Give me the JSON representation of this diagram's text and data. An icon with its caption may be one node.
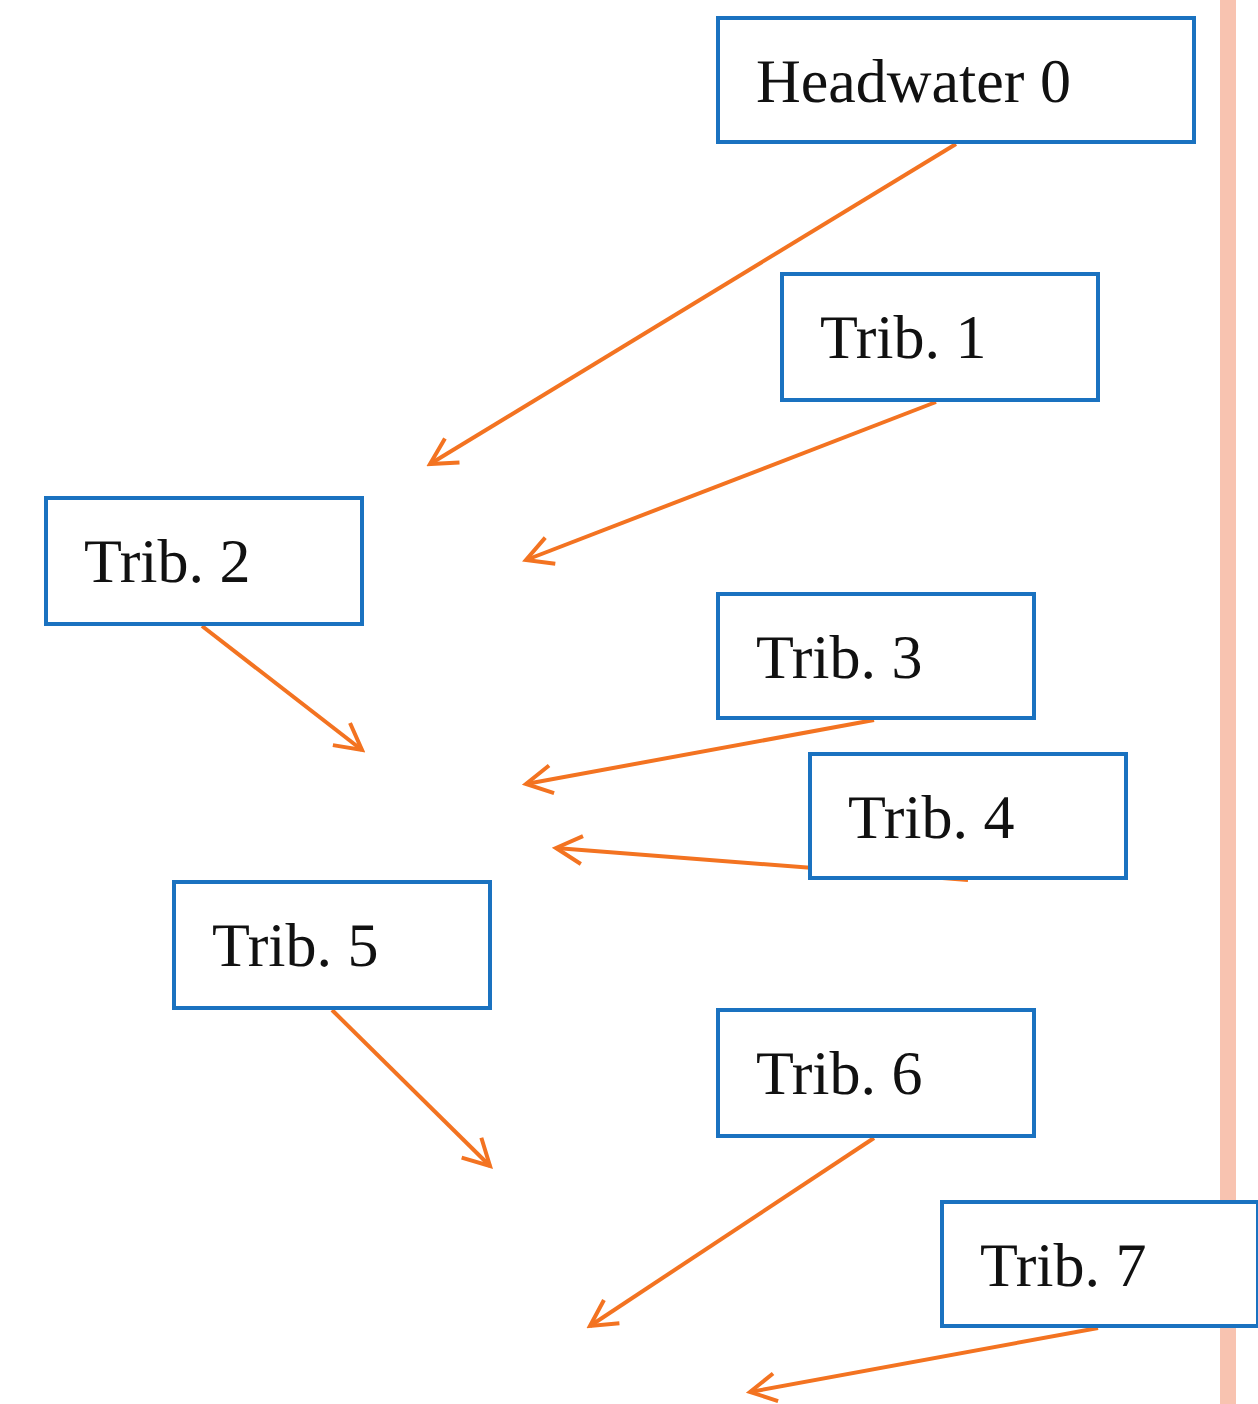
{
  "diagram": {
    "nodes": [
      {
        "text": [
          "Headwater 0"
        ]
      },
      {
        "text": [
          "Trib. 1"
        ]
      },
      {
        "text": [
          "Trib. 2"
        ]
      },
      {
        "text": [
          "Trib. 3"
        ]
      },
      {
        "text": [
          "Trib. 4"
        ]
      },
      {
        "text": [
          "Trib. 5"
        ]
      },
      {
        "text": [
          "Trib. 6"
        ]
      },
      {
        "text": [
          "Trib. 7"
        ]
      }
    ],
    "edges": [
      {
        "from": 0,
        "to": null,
        "arrow": "to"
      },
      {
        "from": 1,
        "to": null,
        "arrow": "to"
      },
      {
        "from": 2,
        "to": null,
        "arrow": "to"
      },
      {
        "from": 3,
        "to": null,
        "arrow": "to"
      },
      {
        "from": 4,
        "to": null,
        "arrow": "to"
      },
      {
        "from": 5,
        "to": null,
        "arrow": "to"
      },
      {
        "from": 6,
        "to": null,
        "arrow": "to"
      },
      {
        "from": 7,
        "to": null,
        "arrow": "to"
      }
    ]
  }
}
